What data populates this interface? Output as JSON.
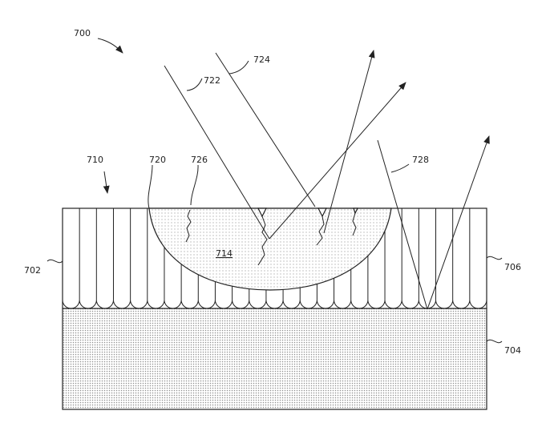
{
  "figure": {
    "labels": {
      "fig": "700",
      "structure": "710",
      "left_region": "702",
      "substrate": "704",
      "right_region": "706",
      "lens_region": "714",
      "lens_boundary": "720",
      "ray_a": "722",
      "ray_b": "724",
      "cracks": "726",
      "ray_c": "728"
    },
    "colors": {
      "stroke": "#222222",
      "background": "#ffffff",
      "substrate_dots": "#9a9a9a",
      "lens_dots": "#bdbdbd"
    }
  }
}
